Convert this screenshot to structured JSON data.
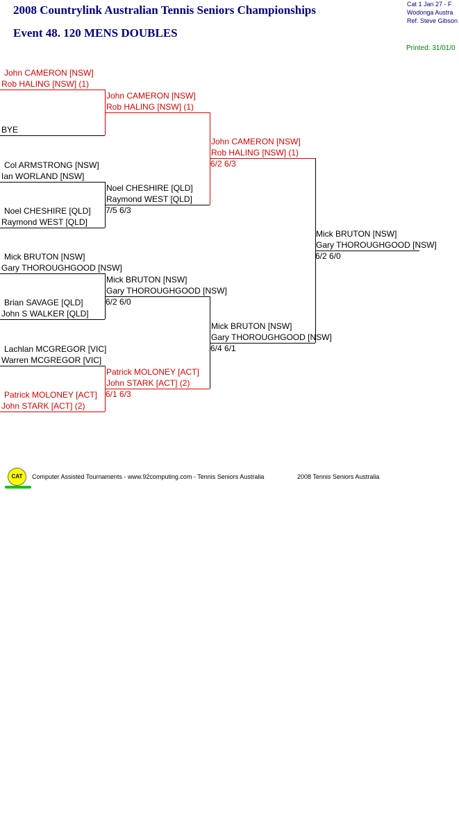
{
  "header": {
    "title": "2008 Countrylink Australian Tennis Seniors Championships",
    "event": "Event 48. 120 MENS DOUBLES",
    "meta_line1": "Cat 1   Jan 27 - F",
    "meta_line2": "Wodonga    Austra",
    "meta_line3": "Ref. Steve Gibson",
    "printed": "Printed: 31/01/0"
  },
  "round1": [
    {
      "p1": "John CAMERON [NSW]",
      "p2": "Rob HALING [NSW] (1)"
    },
    {
      "p1": "",
      "p2": "BYE"
    },
    {
      "p1": "Col ARMSTRONG [NSW]",
      "p2": "Ian WORLAND [NSW]"
    },
    {
      "p1": "Noel CHESHIRE [QLD]",
      "p2": "Raymond WEST [QLD]"
    },
    {
      "p1": "Mick BRUTON [NSW]",
      "p2": "Gary THOROUGHGOOD [NSW]"
    },
    {
      "p1": "Brian SAVAGE [QLD]",
      "p2": "John S WALKER [QLD]"
    },
    {
      "p1": "Lachlan MCGREGOR [VIC]",
      "p2": "Warren MCGREGOR [VIC]"
    },
    {
      "p1": "Patrick MOLONEY [ACT]",
      "p2": "John STARK [ACT] (2)"
    }
  ],
  "round2": [
    {
      "p1": "John CAMERON [NSW]",
      "p2": "Rob HALING [NSW] (1)",
      "score": ""
    },
    {
      "p1": "Noel CHESHIRE [QLD]",
      "p2": "Raymond WEST [QLD]",
      "score": "7/5 6/3"
    },
    {
      "p1": "Mick BRUTON [NSW]",
      "p2": "Gary THOROUGHGOOD [NSW]",
      "score": "6/2 6/0"
    },
    {
      "p1": "Patrick MOLONEY [ACT]",
      "p2": "John STARK [ACT] (2)",
      "score": "6/1 6/3"
    }
  ],
  "semis": [
    {
      "p1": "John CAMERON [NSW]",
      "p2": "Rob HALING [NSW] (1)",
      "score": "6/2 6/3"
    },
    {
      "p1": "Mick BRUTON [NSW]",
      "p2": "Gary THOROUGHGOOD [NSW]",
      "score": "6/4 6/1"
    }
  ],
  "final": {
    "p1": "Mick BRUTON [NSW]",
    "p2": "Gary THOROUGHGOOD [NSW]",
    "score": "6/2 6/0"
  },
  "footer": {
    "logo_text": "CAT",
    "credit": "Computer Assisted Tournaments - www.92computing.com -  Tennis Seniors Australia",
    "copyright": "2008 Tennis Seniors Australia"
  },
  "colors": {
    "seed_red": "#dd0000",
    "title_navy": "#000080",
    "printed_green": "#008000"
  }
}
